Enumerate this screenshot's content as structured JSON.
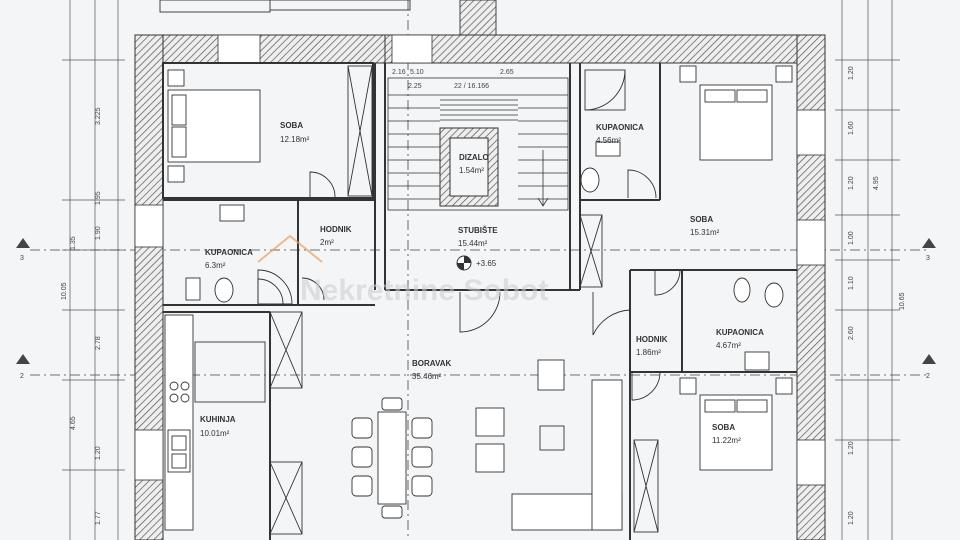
{
  "rooms": {
    "soba1": {
      "name": "SOBA",
      "area": "12.18m²"
    },
    "kupaonica1": {
      "name": "KUPAONICA",
      "area": "6.3m²"
    },
    "hodnik1": {
      "name": "HODNIK",
      "area": "2m²"
    },
    "kuhinja": {
      "name": "KUHINJA",
      "area": "10.01m²"
    },
    "dizalo": {
      "name": "DIZALO",
      "area": "1.54m²"
    },
    "stubiste": {
      "name": "STUBIŠTE",
      "area": "15.44m²"
    },
    "boravak": {
      "name": "BORAVAK",
      "area": "35.46m²"
    },
    "kupaonica2": {
      "name": "KUPAONICA",
      "area": "4.56m²"
    },
    "soba2": {
      "name": "SOBA",
      "area": "15.31m²"
    },
    "hodnik2": {
      "name": "HODNIK",
      "area": "1.86m²"
    },
    "kupaonica3": {
      "name": "KUPAONICA",
      "area": "4.67m²"
    },
    "soba3": {
      "name": "SOBA",
      "area": "11.22m²"
    }
  },
  "level_mark": "+3.65",
  "stair_dims": [
    "2.16",
    "5.10",
    "2.65",
    "2.25",
    "22 / 16.166"
  ],
  "section_marks": {
    "a": "3",
    "b": "2"
  },
  "left_dims": [
    "1.95",
    "3.225",
    "1.35",
    "1.90",
    "10.05",
    "2.78",
    "4.65",
    "1.20",
    "1.77"
  ],
  "right_dims": [
    "1.20",
    "1.60",
    "1.20",
    "1.00",
    "1.10",
    "2.60",
    "10.65",
    "1.20",
    "4.95",
    "1.20"
  ],
  "watermark": "Nekretnine Sobot",
  "colors": {
    "wall": "#5c5c5c",
    "line": "#3a3a3a",
    "paper": "#f4f5f7",
    "accent": "#e8a060"
  }
}
